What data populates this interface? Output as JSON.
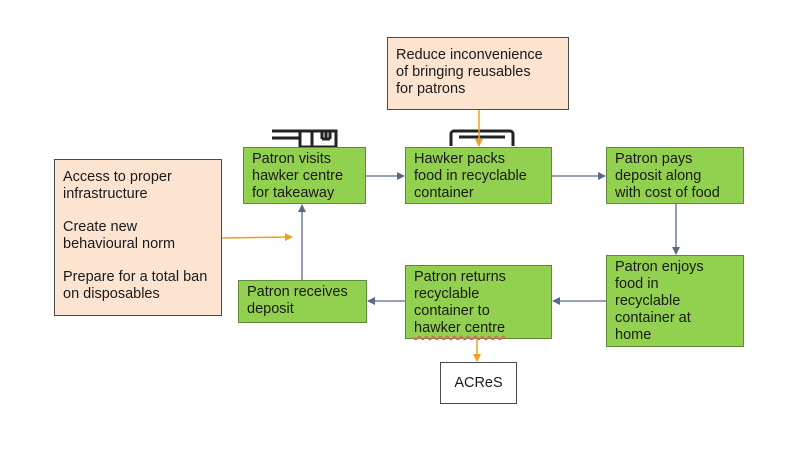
{
  "nodes": {
    "visit": {
      "lines": [
        "Patron visits",
        "hawker centre",
        "for takeaway"
      ]
    },
    "packs": {
      "lines": [
        "Hawker packs",
        "food in recyclable",
        "container"
      ]
    },
    "pays": {
      "lines": [
        "Patron pays",
        "deposit along",
        "with cost of food"
      ]
    },
    "enjoys": {
      "lines": [
        "Patron enjoys",
        "food in",
        "recyclable",
        "container at",
        "home"
      ]
    },
    "returns": {
      "lines": [
        "Patron returns",
        "recyclable",
        "container to",
        "hawker centre"
      ]
    },
    "receives": {
      "lines": [
        "Patron receives",
        "deposit"
      ]
    },
    "reduce": {
      "lines": [
        "Reduce inconvenience",
        "of bringing reusables",
        "for patrons"
      ]
    },
    "access": {
      "paragraphs": [
        "Access to proper infrastructure",
        "Create new behavioural norm",
        "Prepare for a total ban on disposables"
      ]
    },
    "acres": {
      "label": "ACReS"
    }
  },
  "colors": {
    "step_fill": "#92d050",
    "note_fill": "#fce4d0",
    "flow_arrow": "#5a6a8a",
    "support_arrow": "#f0a020"
  },
  "icons": [
    "cutlery-icon",
    "container-icon"
  ]
}
